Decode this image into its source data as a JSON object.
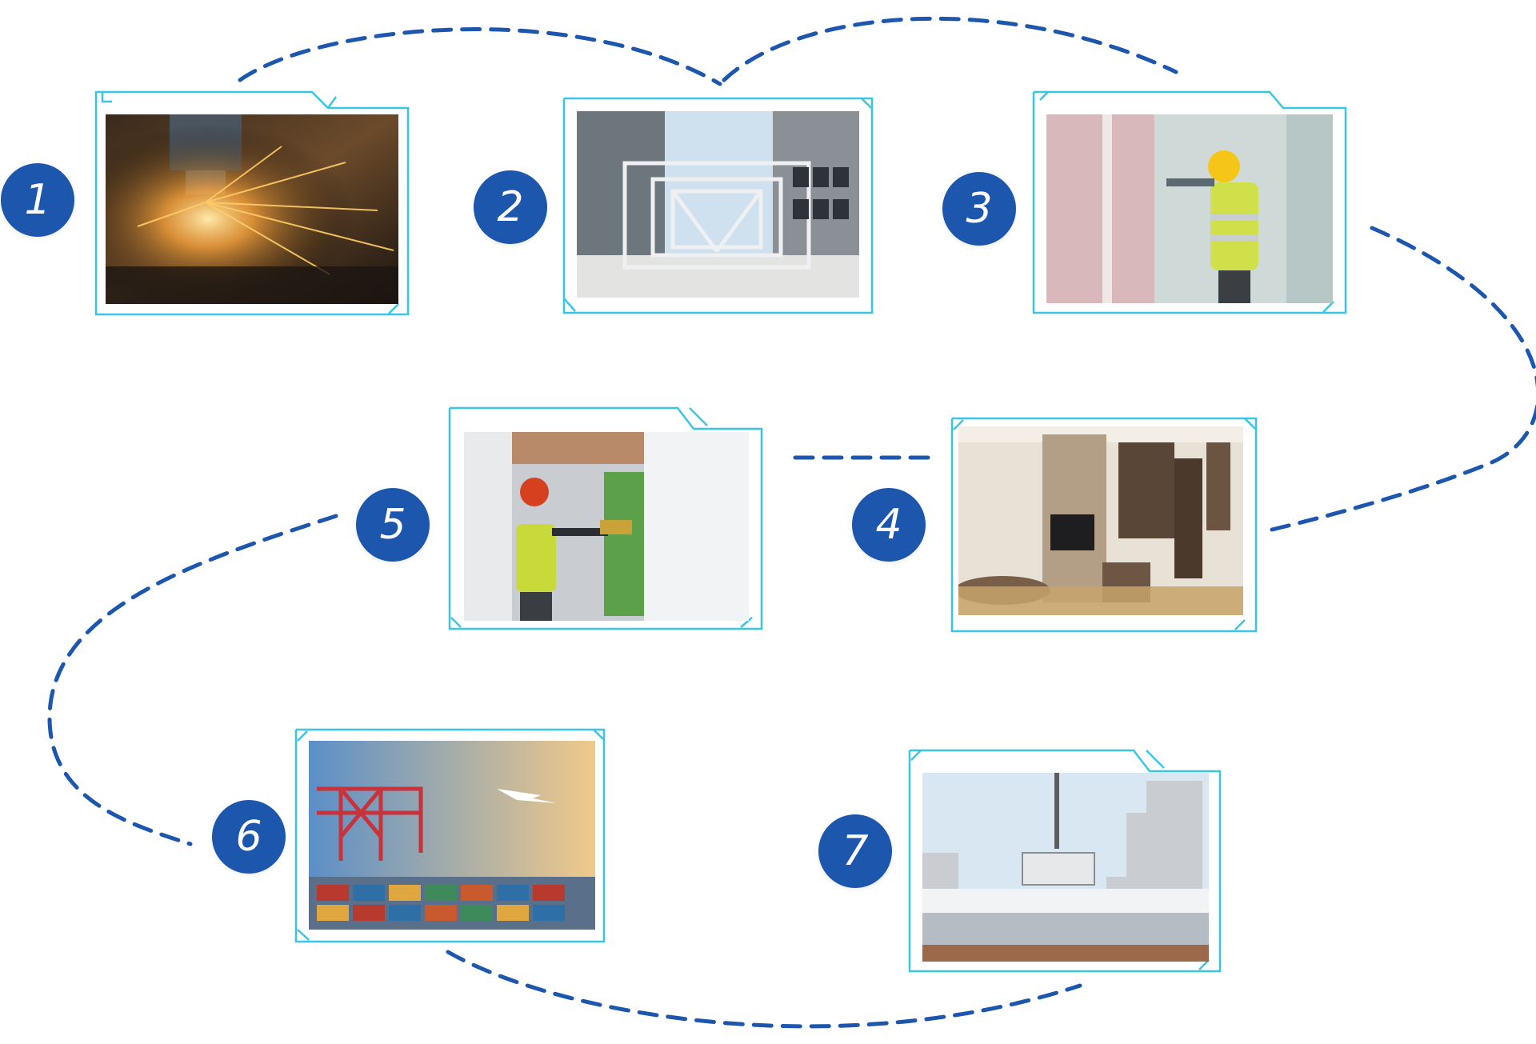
{
  "colors": {
    "path": "#1d57ad",
    "badge": "#1d57ad",
    "badge_text": "#ffffff",
    "frame": "#38c5e6",
    "background": "#ffffff"
  },
  "steps": [
    {
      "number": "1",
      "photo": "laser-cutting-photo"
    },
    {
      "number": "2",
      "photo": "steel-frame-photo"
    },
    {
      "number": "3",
      "photo": "wall-panel-installation-photo"
    },
    {
      "number": "4",
      "photo": "furnished-room-interior-photo"
    },
    {
      "number": "5",
      "photo": "spray-painting-photo"
    },
    {
      "number": "6",
      "photo": "port-shipping-photo"
    },
    {
      "number": "7",
      "photo": "crane-module-installation-photo"
    }
  ]
}
